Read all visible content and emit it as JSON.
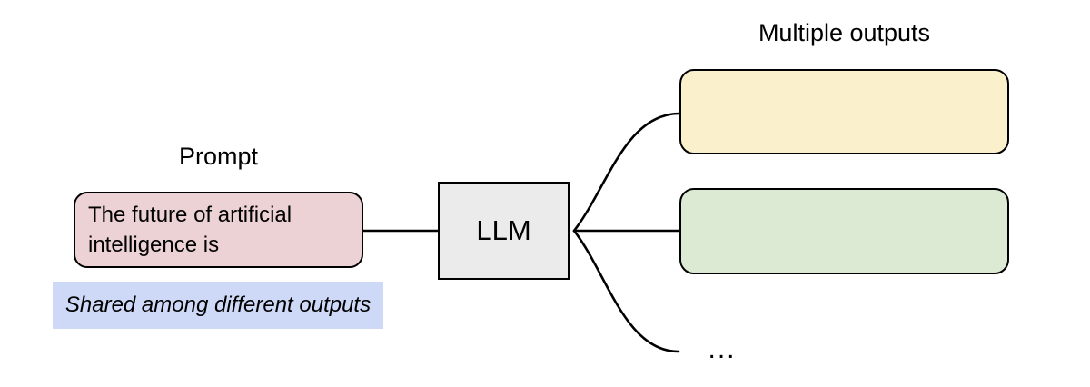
{
  "diagram": {
    "prompt_label": "Prompt",
    "prompt_text": "The future of artificial intelligence is",
    "note_text": "Shared among different outputs",
    "llm_label": "LLM",
    "outputs_label": "Multiple outputs",
    "ellipsis": "...",
    "colors": {
      "background": "#ffffff",
      "stroke": "#000000",
      "prompt_fill": "#ecd2d4",
      "note_highlight": "#cdd9f6",
      "llm_fill": "#ebebeb",
      "output1_fill": "#faf0cc",
      "output2_fill": "#dce9d3"
    }
  }
}
